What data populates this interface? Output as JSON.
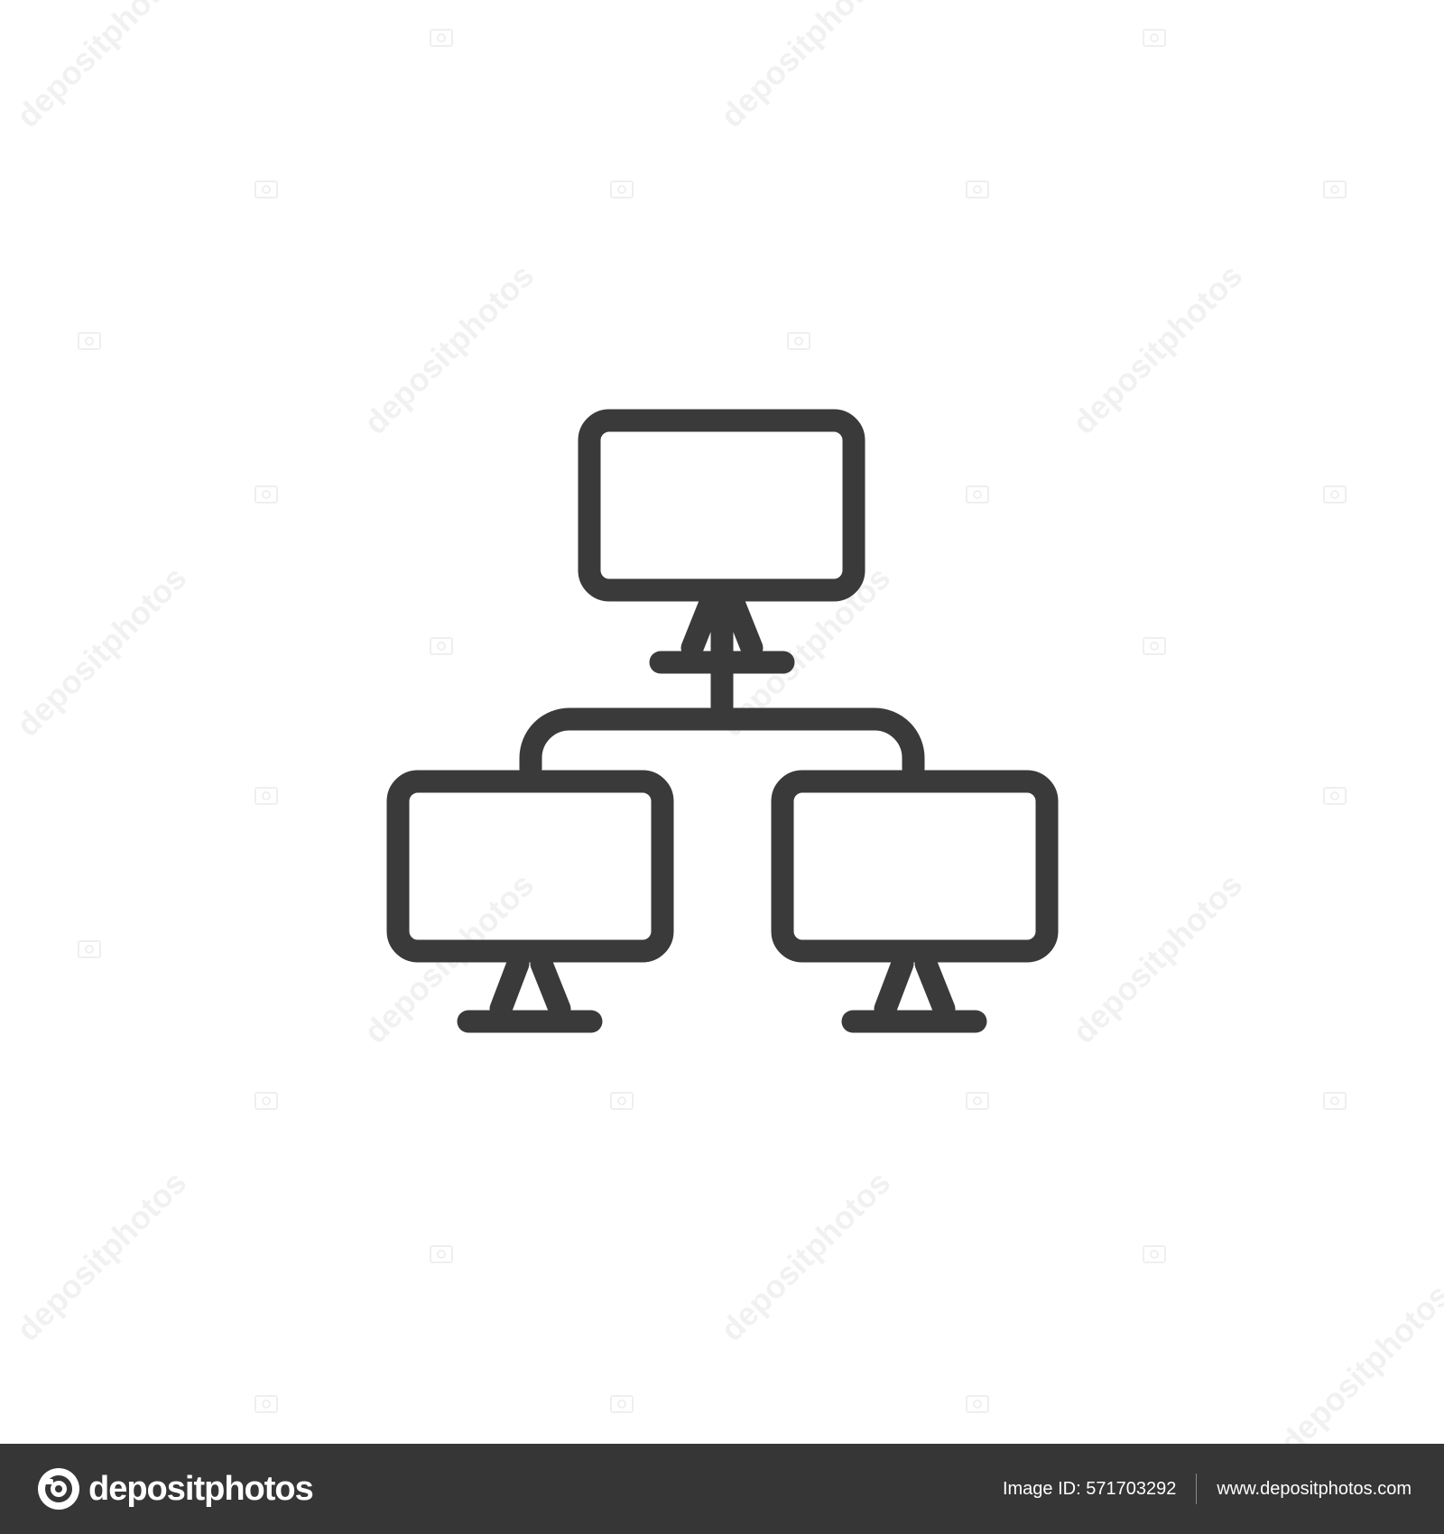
{
  "watermark": {
    "text": "depositphotos"
  },
  "icon": {
    "name": "computer-network-icon",
    "stroke_color": "#3a3a3a",
    "nodes": [
      "top-monitor",
      "bottom-left-monitor",
      "bottom-right-monitor"
    ]
  },
  "footer": {
    "logo_text": "depositphotos",
    "image_id": "Image ID: 571703292",
    "site_url": "www.depositphotos.com",
    "background": "#363636"
  }
}
